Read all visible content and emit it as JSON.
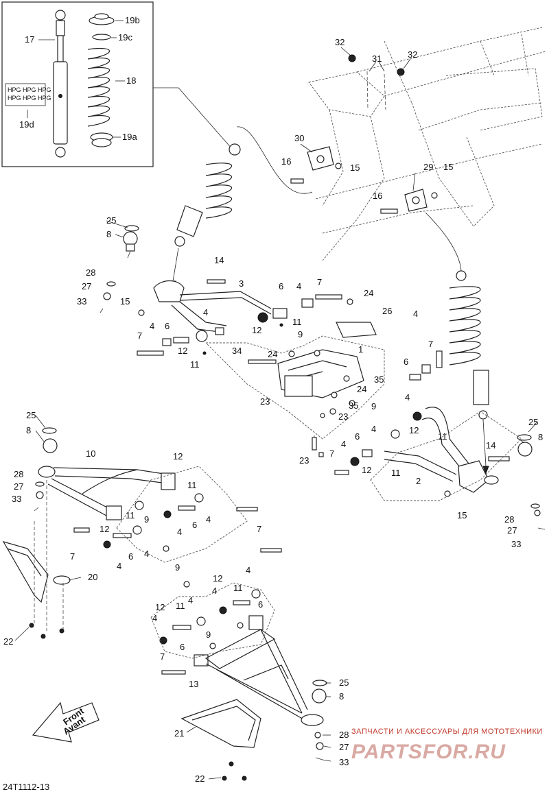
{
  "diagram": {
    "part_labels": {
      "p1": "1",
      "p2": "2",
      "p3": "3",
      "p4": "4",
      "p6": "6",
      "p7": "7",
      "p8": "8",
      "p9": "9",
      "p10": "10",
      "p11": "11",
      "p12": "12",
      "p13": "13",
      "p14": "14",
      "p15": "15",
      "p16": "16",
      "p17": "17",
      "p18": "18",
      "p19a": "19a",
      "p19b": "19b",
      "p19c": "19c",
      "p19d": "19d",
      "p20": "20",
      "p21": "21",
      "p22": "22",
      "p23": "23",
      "p24": "24",
      "p25": "25",
      "p26": "26",
      "p27": "27",
      "p28": "28",
      "p29": "29",
      "p30": "30",
      "p31": "31",
      "p32": "32",
      "p33": "33",
      "p34": "34",
      "p35": "35"
    },
    "front_arrow": {
      "line1": "Front",
      "line2": "Avant"
    },
    "shock_decal": "HPG HPG HPG",
    "figure_code": "24T1112-13"
  },
  "watermark": {
    "tagline": "ЗАПЧАСТИ И АКСЕССУАРЫ ДЛЯ МОТОТЕХНИКИ",
    "brand": "PARTSFOR.RU"
  },
  "colors": {
    "line": "#222222",
    "watermark_red": "#c0392b",
    "watermark_light": "#d9a9a3"
  }
}
